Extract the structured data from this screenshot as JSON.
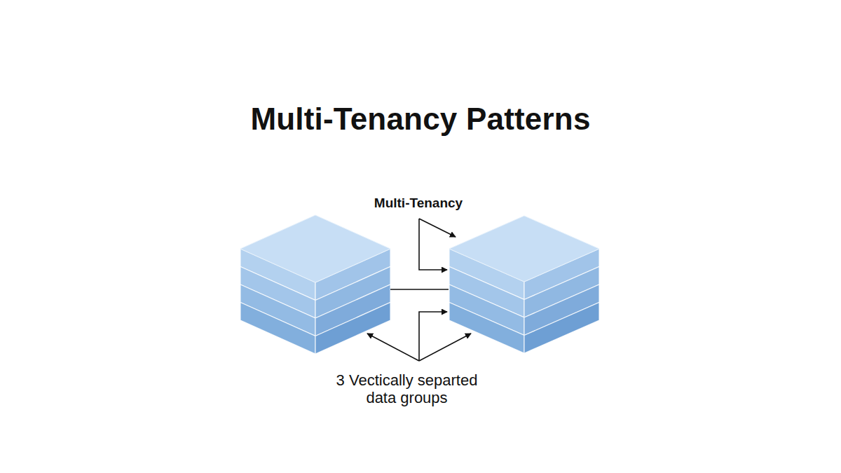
{
  "diagram": {
    "title": "Multi-Tenancy Patterns",
    "labels": [
      "Multi-Tenancy",
      "3 Vectically separted data groups"
    ]
  }
}
